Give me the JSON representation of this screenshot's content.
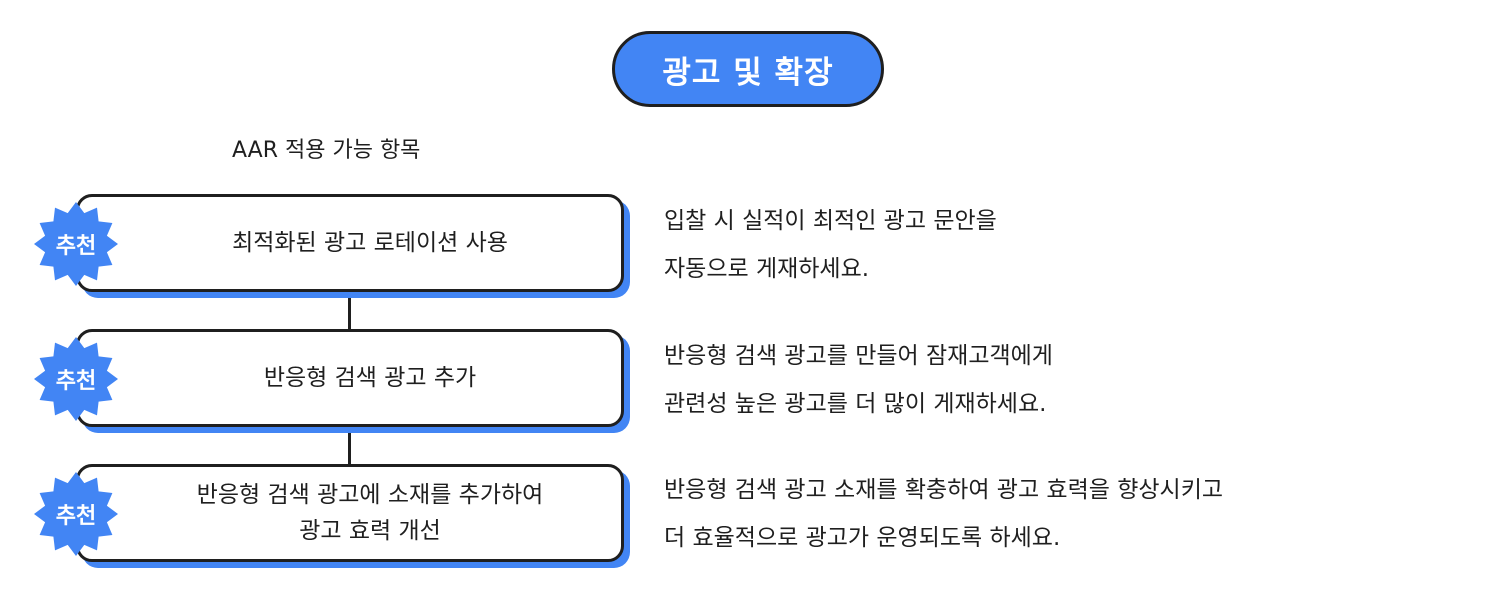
{
  "title": "광고 및 확장",
  "section_label": "AAR 적용 가능 항목",
  "badge_label": "추천",
  "colors": {
    "accent": "#4285f4",
    "outline": "#1f1f1f",
    "background": "#ffffff"
  },
  "items": [
    {
      "card_lines": [
        "최적화된 광고 로테이션 사용"
      ],
      "description_lines": [
        "입찰 시 실적이 최적인 광고 문안을",
        "자동으로 게재하세요."
      ]
    },
    {
      "card_lines": [
        "반응형 검색 광고 추가"
      ],
      "description_lines": [
        "반응형 검색 광고를 만들어 잠재고객에게",
        "관련성 높은 광고를 더 많이 게재하세요."
      ]
    },
    {
      "card_lines": [
        "반응형 검색 광고에 소재를 추가하여",
        "광고 효력 개선"
      ],
      "description_lines": [
        "반응형 검색 광고 소재를 확충하여 광고 효력을 향상시키고",
        "더 효율적으로 광고가 운영되도록 하세요."
      ]
    }
  ]
}
